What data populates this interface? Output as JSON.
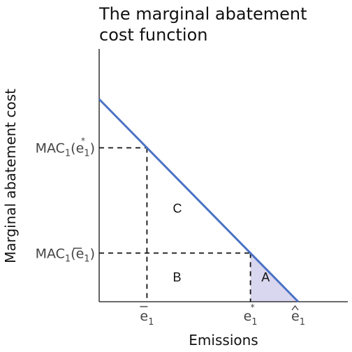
{
  "chart_data": {
    "type": "line",
    "title": [
      "The marginal abatement",
      "cost function"
    ],
    "xlabel": "Emissions",
    "ylabel": "Marginal abatement cost",
    "series": [
      {
        "x": [
          0,
          10
        ],
        "y": [
          10,
          0
        ]
      }
    ],
    "x_ticks": [
      {
        "x": 2.4,
        "base": "e",
        "sub": "1",
        "bar": true,
        "sup": "",
        "hat": false
      },
      {
        "x": 7.6,
        "base": "e",
        "sub": "1",
        "bar": false,
        "sup": "*",
        "hat": false
      },
      {
        "x": 10,
        "base": "e",
        "sub": "1",
        "bar": false,
        "sup": "",
        "hat": true
      }
    ],
    "y_ticks": [
      {
        "y": 7.6,
        "text": "MAC",
        "sub": "1",
        "arg_base": "e",
        "arg_sub": "1",
        "arg_sup": "*",
        "arg_bar": false
      },
      {
        "y": 2.4,
        "text": "MAC",
        "sub": "1",
        "arg_base": "e",
        "arg_sub": "1",
        "arg_sup": "",
        "arg_bar": true
      }
    ],
    "guides": [
      {
        "x": 2.4,
        "y": 7.6
      },
      {
        "x": 7.6,
        "y": 2.4
      }
    ],
    "shaded_region": {
      "label": "A",
      "points": [
        [
          7.6,
          0
        ],
        [
          7.6,
          2.4
        ],
        [
          10,
          0
        ]
      ],
      "color": "#d9d6ef"
    },
    "region_labels": [
      {
        "label": "C",
        "x": 3.7,
        "y": 4.6
      },
      {
        "label": "B",
        "x": 3.7,
        "y": 1.2
      },
      {
        "label": "A",
        "x": 8.15,
        "y": 1.2
      }
    ],
    "xlim": [
      0,
      12.5
    ],
    "ylim": [
      0,
      13.2
    ],
    "grid": false,
    "colors": {
      "line": "#4a72c4",
      "axis": "#111111",
      "guide": "#111111",
      "shade": "#d9d6ef"
    }
  }
}
